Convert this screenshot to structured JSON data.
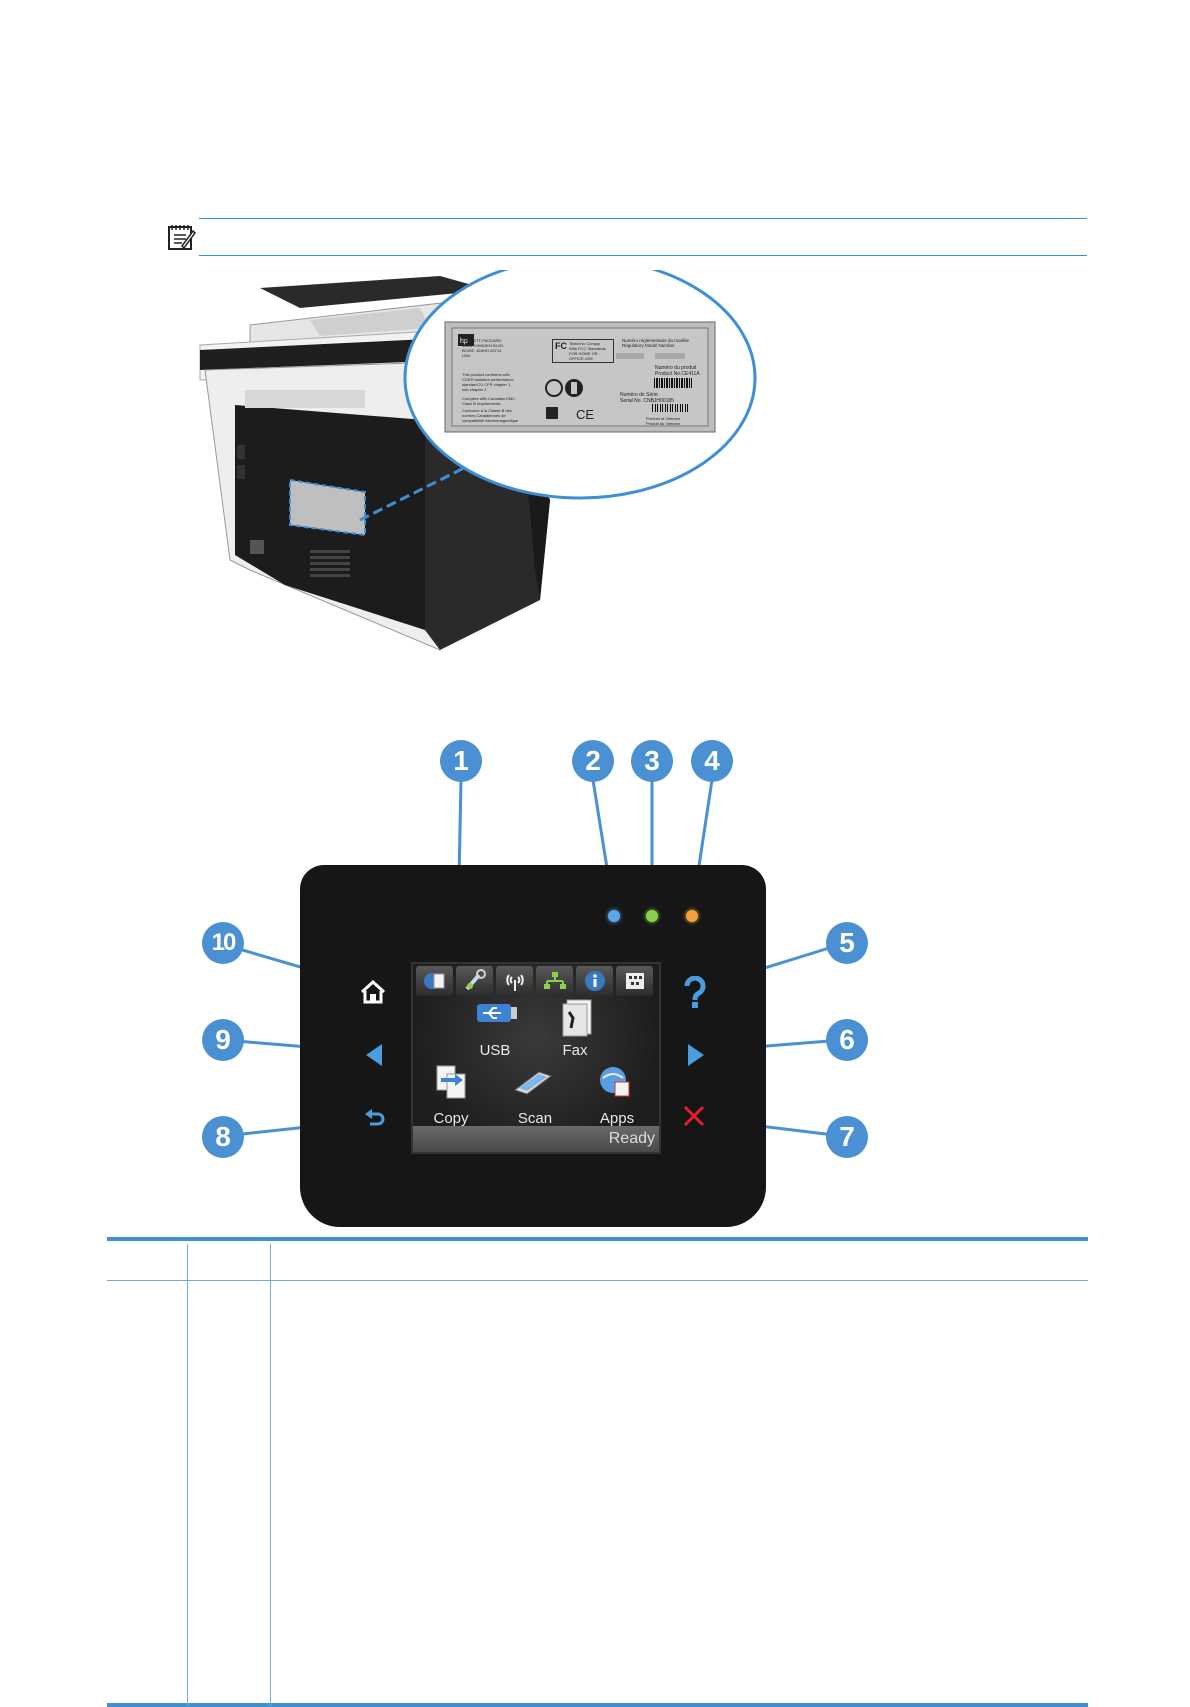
{
  "note": {
    "icon": "note-icon"
  },
  "figure_printer": {
    "label": {
      "company": [
        "HEWLETT-PACKARD",
        "11311 CHINDEN BLVD.",
        "BOISE, IDAHO 83714",
        "USA"
      ],
      "compliance_1": [
        "This product conforms with",
        "CDRH radiation performance",
        "standard 21 CFR chapter 1,",
        "sub-chapter J."
      ],
      "compliance_2": [
        "Complies with Canadian EMC",
        "Class B requirements."
      ],
      "compliance_3": [
        "Conforme à la Classe B des",
        "normes Canadiennes de",
        "compatibilité électromagnétique"
      ],
      "fcc": [
        "Tested to Comply",
        "With FCC Standards",
        "FOR HOME OR OFFICE USE"
      ],
      "regulatory": [
        "Numéro réglementaire du modèle",
        "Regulatory Model Number"
      ],
      "product_no": [
        "Numéro du produit",
        "Product No.",
        "CE411A"
      ],
      "serial": [
        "Numéro de Série",
        "Serial No.",
        "CNBJH00185"
      ],
      "origin": [
        "Product of Vietnam",
        "Produit du Vietnam"
      ]
    }
  },
  "figure_panel": {
    "callouts": [
      "1",
      "2",
      "3",
      "4",
      "5",
      "6",
      "7",
      "8",
      "9",
      "10"
    ],
    "screen": {
      "tabs": [
        "web-services-icon",
        "setup-icon",
        "wireless-icon",
        "network-icon",
        "info-icon",
        "supplies-icon"
      ],
      "apps": [
        {
          "label": "USB",
          "icon": "usb-icon"
        },
        {
          "label": "Fax",
          "icon": "fax-icon"
        },
        {
          "label": "Copy",
          "icon": "copy-icon"
        },
        {
          "label": "Scan",
          "icon": "scan-icon"
        },
        {
          "label": "Apps",
          "icon": "apps-icon"
        }
      ],
      "status": "Ready"
    },
    "leds": {
      "wireless": "#5aa6e8",
      "ready": "#8ad04a",
      "attention": "#f0a040"
    },
    "colors": {
      "callout": "#4a90d2",
      "cancel": "#e0202a",
      "back": "#4a9de0"
    }
  }
}
